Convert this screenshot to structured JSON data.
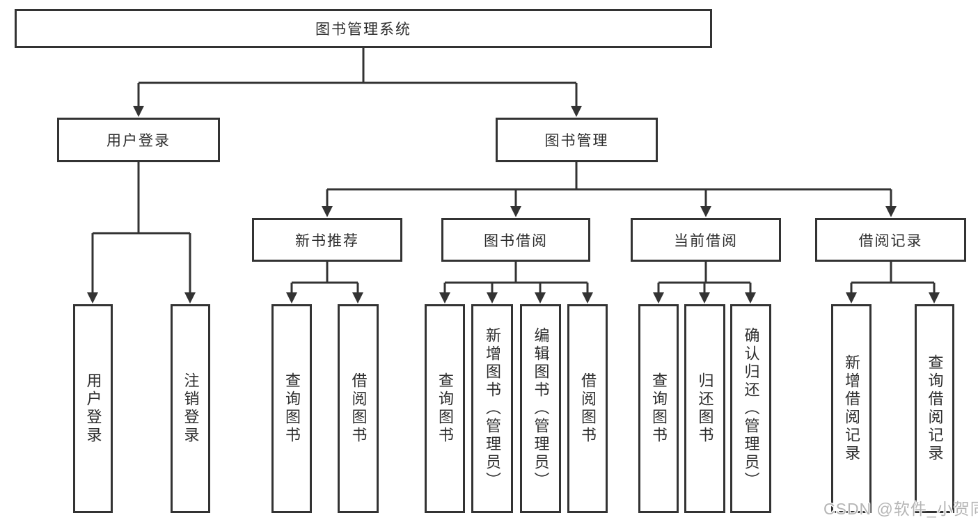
{
  "tree": {
    "label": "图书管理系统",
    "children": [
      {
        "label": "用户登录",
        "children": [
          {
            "label": "用户登录"
          },
          {
            "label": "注销登录"
          }
        ]
      },
      {
        "label": "图书管理",
        "children": [
          {
            "label": "新书推荐",
            "children": [
              {
                "label": "查询图书"
              },
              {
                "label": "借阅图书"
              }
            ]
          },
          {
            "label": "图书借阅",
            "children": [
              {
                "label": "查询图书"
              },
              {
                "label": "新增图书（管理员）"
              },
              {
                "label": "编辑图书（管理员）"
              },
              {
                "label": "借阅图书"
              }
            ]
          },
          {
            "label": "当前借阅",
            "children": [
              {
                "label": "查询图书"
              },
              {
                "label": "归还图书"
              },
              {
                "label": "确认归还（管理员）"
              }
            ]
          },
          {
            "label": "借阅记录",
            "children": [
              {
                "label": "新增借阅记录"
              },
              {
                "label": "查询借阅记录"
              }
            ]
          }
        ]
      }
    ]
  },
  "watermark": {
    "text": "CSDN @软件_小贺同学"
  },
  "colors": {
    "line": "#333333",
    "text": "#2e2e2e",
    "bg": "#ffffff",
    "watermark": "#b5b5b5"
  }
}
